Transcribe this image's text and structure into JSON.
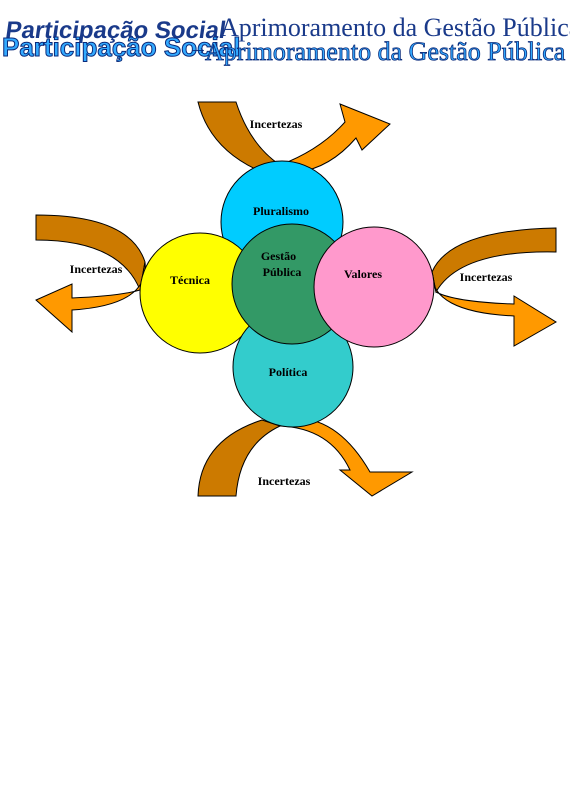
{
  "title": {
    "part1": "Participação Social",
    "arrow": "→",
    "part2": "Aprimoramento da Gestão Pública"
  },
  "diagram": {
    "center": "Gestão Pública",
    "circles": {
      "top": "Pluralismo",
      "left": "Técnica",
      "right": "Valores",
      "bottom": "Política"
    },
    "uncertainties": {
      "top": "Incertezas",
      "left": "Incertezas",
      "right": "Incertezas",
      "bottom": "Incertezas"
    },
    "colors": {
      "pluralismo": "#00ccff",
      "tecnica": "#ffff00",
      "valores": "#ff99cc",
      "politica": "#33cccc",
      "gestao": "#339966",
      "arrow_dark": "#cc7a00",
      "arrow_light": "#ff9900"
    }
  }
}
